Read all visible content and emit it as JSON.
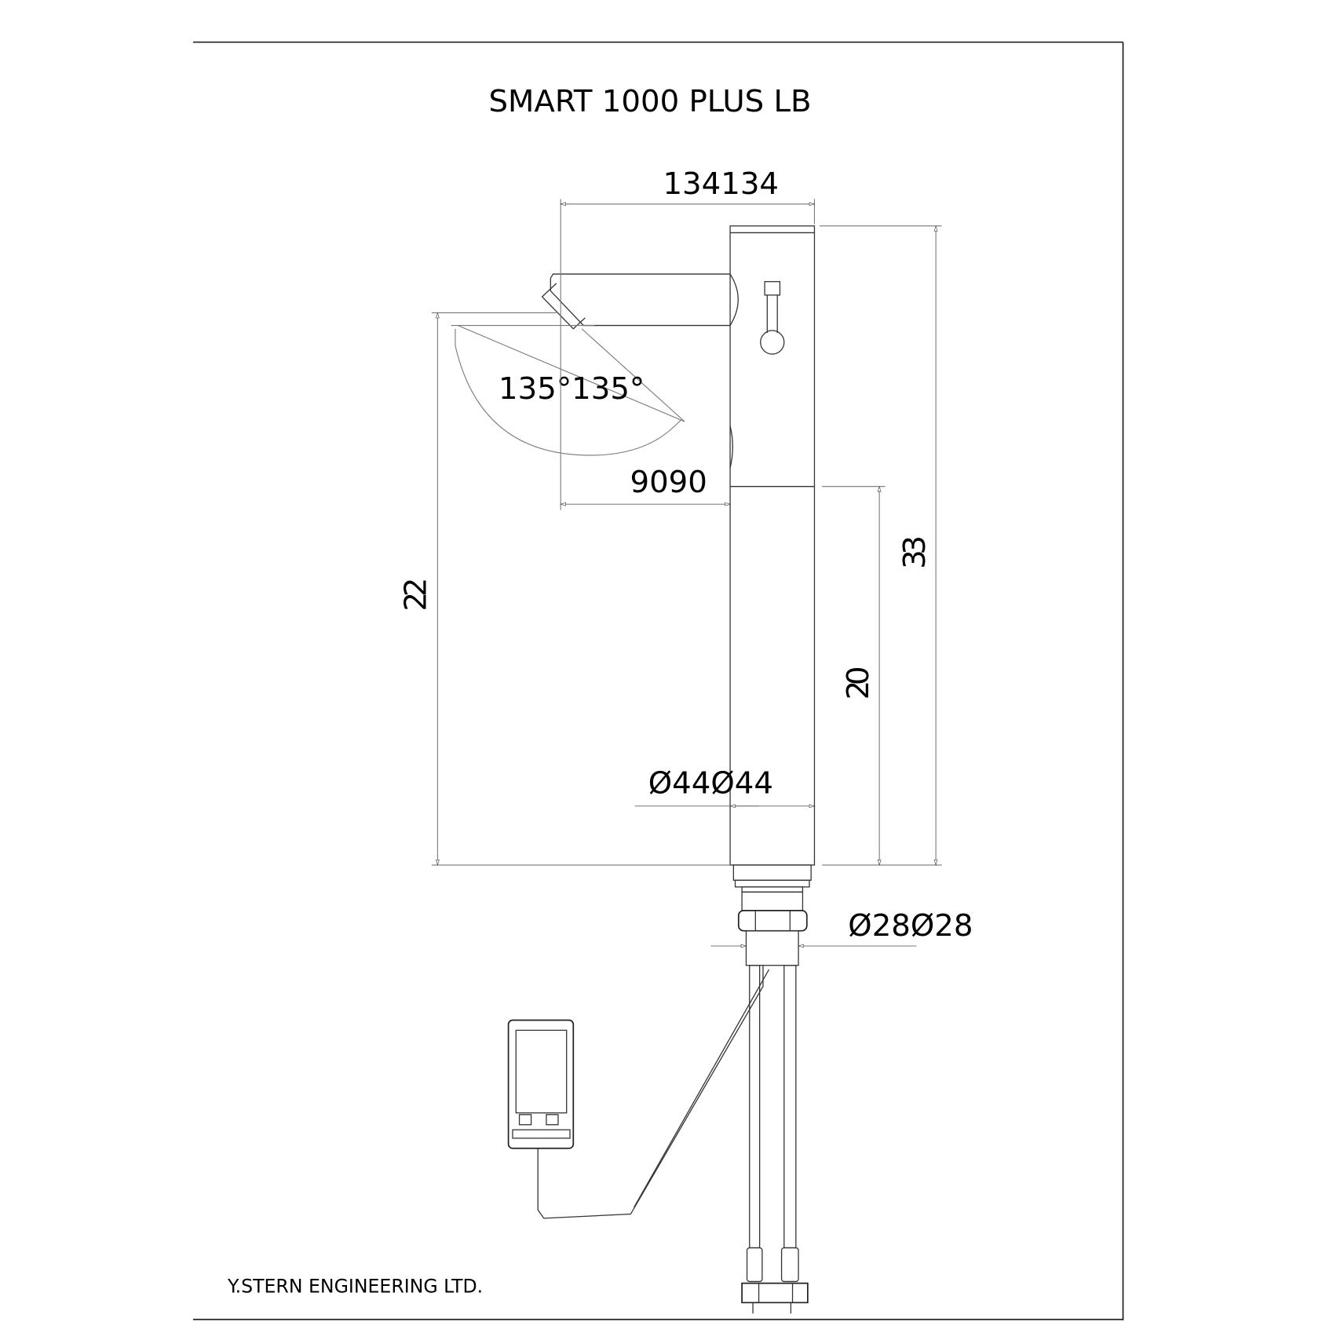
{
  "title": "SMART 1000 PLUS LB",
  "company": "Y.STERN ENGINEERING LTD.",
  "dimensions": {
    "spout_reach_total": "134134",
    "spout_reach": "9090",
    "angle": "135°135°",
    "body_diameter": "Ø44Ø44",
    "shank_diameter": "Ø28Ø28",
    "spout_height": "22",
    "total_height": "33",
    "sensor_height": "20"
  }
}
